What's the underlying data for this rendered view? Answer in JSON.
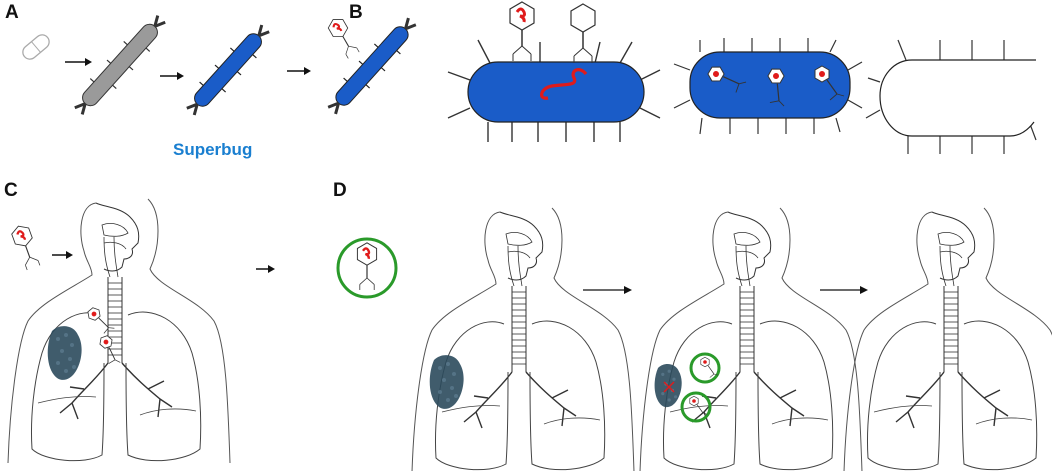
{
  "panels": [
    {
      "letter": "A"
    },
    {
      "letter": "B"
    },
    {
      "letter": "C"
    },
    {
      "letter": "D"
    }
  ],
  "captions": {
    "superbug": "Superbug"
  },
  "colors": {
    "bacterium_resistant": "#1a5cc8",
    "bacterium_normal": "#9a9a9a",
    "phage_dna": "#e01b1b",
    "treatment_circle": "#2a9a2a",
    "infection": "#2b4a5c",
    "caption": "#1a7fd0"
  },
  "icons": [
    "capsule-icon",
    "phage-icon",
    "arrow-icon",
    "lungs-icon",
    "infection-cluster-icon"
  ]
}
